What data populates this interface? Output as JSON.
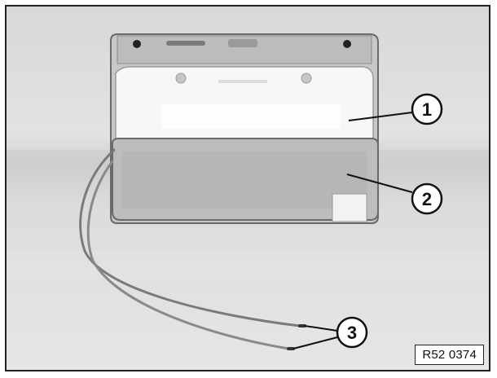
{
  "callouts": [
    {
      "label": "1"
    },
    {
      "label": "2"
    },
    {
      "label": "3"
    }
  ],
  "reference_code": "R52 0374",
  "colors": {
    "frame_border": "#222222",
    "background": "#dcdcdc",
    "lens": "#f6f6f6",
    "housing": "#bdbdbd",
    "wire": "#7a7a7a"
  }
}
